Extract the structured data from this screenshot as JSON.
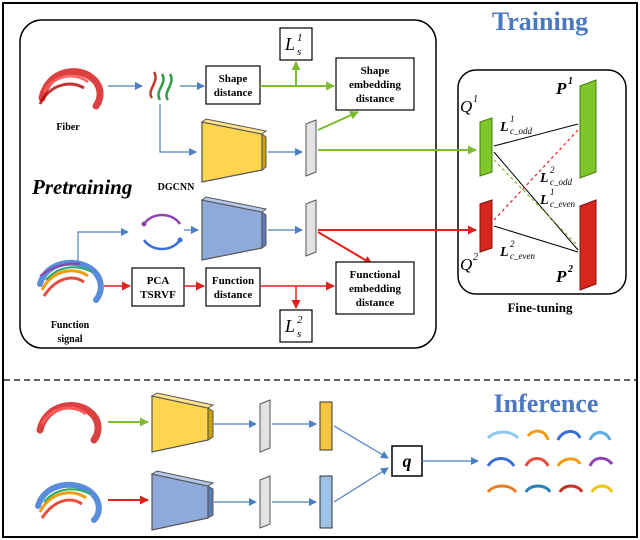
{
  "sections": {
    "training": "Training",
    "inference": "Inference",
    "pretraining": "Pretraining",
    "fine_tuning": "Fine-tuning"
  },
  "labels": {
    "fiber": "Fiber",
    "function_signal_line1": "Function",
    "function_signal_line2": "signal",
    "dgcnn": "DGCNN",
    "shape_distance_line1": "Shape",
    "shape_distance_line2": "distance",
    "shape_emb_line1": "Shape",
    "shape_emb_line2": "embedding",
    "shape_emb_line3": "distance",
    "pca": "PCA",
    "tsrvf": "TSRVF",
    "func_dist_line1": "Function",
    "func_dist_line2": "distance",
    "func_emb_line1": "Functional",
    "func_emb_line2": "embedding",
    "func_emb_line3": "distance",
    "q_node": "q"
  },
  "math": {
    "ls1_base": "L",
    "ls1_sub": "s",
    "ls1_sup": "1",
    "ls2_base": "L",
    "ls2_sub": "s",
    "ls2_sup": "2",
    "q1_base": "Q",
    "q1_sup": "1",
    "q2_base": "Q",
    "q2_sup": "2",
    "p1_base": "P",
    "p1_sup": "1",
    "p2_base": "P",
    "p2_sup": "2",
    "lc1_odd_base": "L",
    "lc1_odd_sup": "1",
    "lc1_odd_sub": "c_odd",
    "lc2_odd_base": "L",
    "lc2_odd_sup": "2",
    "lc2_odd_sub": "c_odd",
    "lc1_even_base": "L",
    "lc1_even_sup": "1",
    "lc1_even_sub": "c_even",
    "lc2_even_base": "L",
    "lc2_even_sup": "2",
    "lc2_even_sub": "c_even"
  },
  "colors": {
    "green": "#7dbb33",
    "red": "#e0201b",
    "blue_arrow": "#4a7fc1",
    "title_blue": "#4a78c1",
    "encoder_yellow": "#ffd54f",
    "encoder_blue": "#8eaadb",
    "embed_gray": "#d9d9d9",
    "ft_green": "#7ec62a",
    "ft_red": "#d9261c",
    "inf_yellow": "#f5c542",
    "inf_blue": "#9dc3e6"
  }
}
